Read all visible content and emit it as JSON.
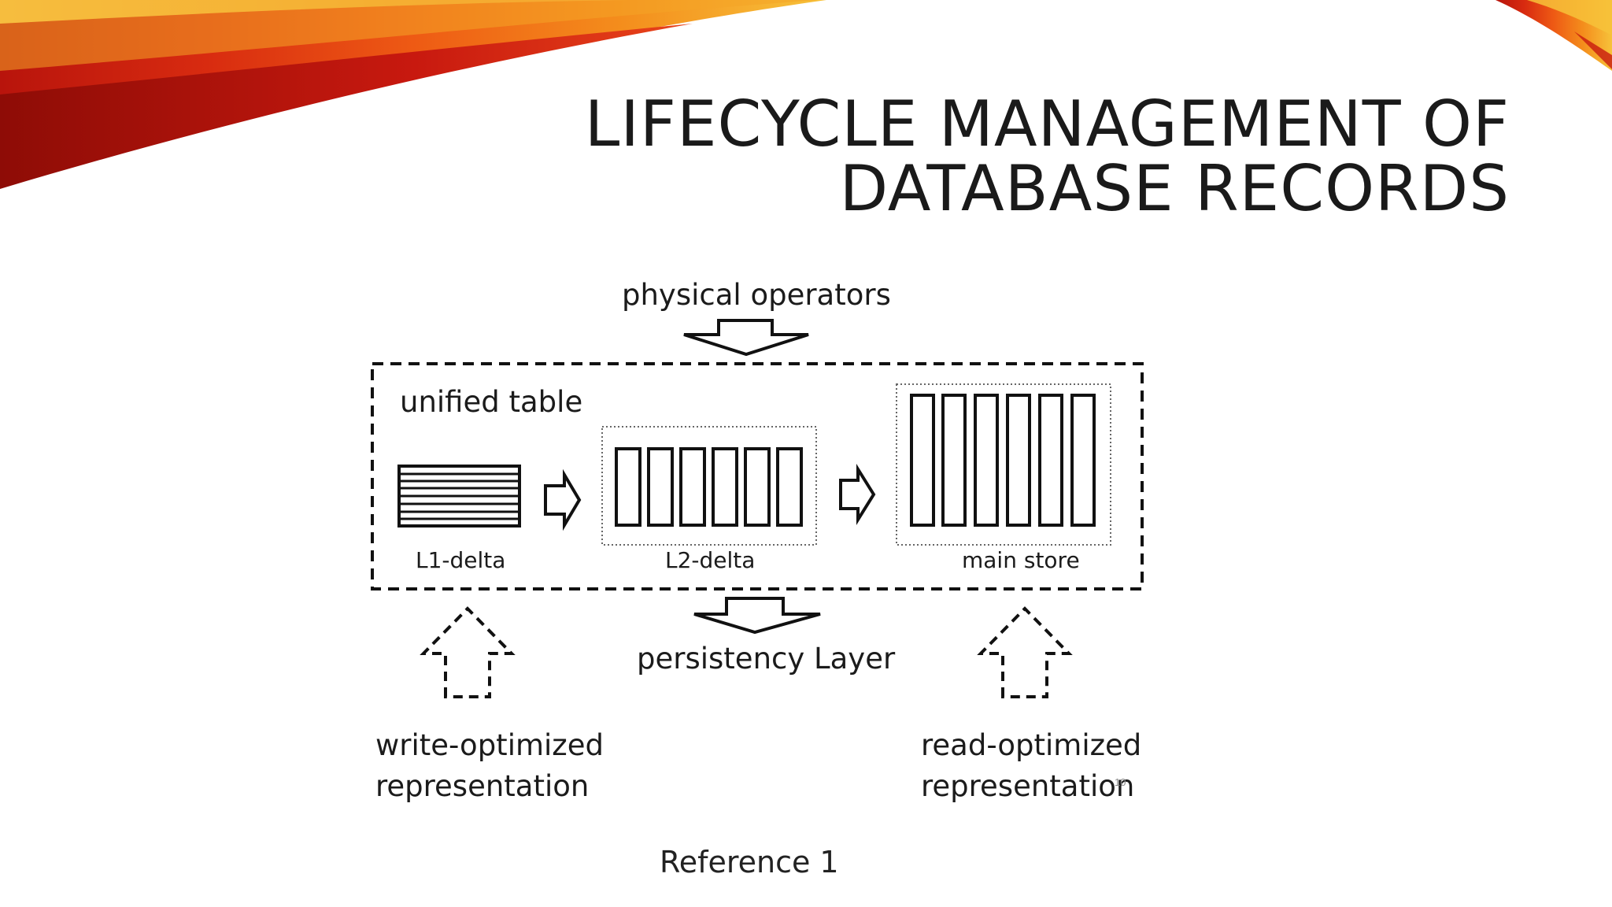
{
  "slide": {
    "title_line1": "LIFECYCLE MANAGEMENT OF",
    "title_line2": "DATABASE RECORDS",
    "reference": "Reference 1",
    "page_number": "10"
  },
  "diagram": {
    "top_input": "physical operators",
    "container_label": "unified table",
    "stages": [
      "L1-delta",
      "L2-delta",
      "main store"
    ],
    "bottom_output": "persistency Layer",
    "left_note": [
      "write-optimized",
      "representation"
    ],
    "right_note": [
      "read-optimized",
      "representation"
    ]
  },
  "colors": {
    "swoosh_red": "#c8190f",
    "swoosh_orange": "#f28a1a",
    "swoosh_yellow": "#f7d23a",
    "ink": "#111111"
  }
}
